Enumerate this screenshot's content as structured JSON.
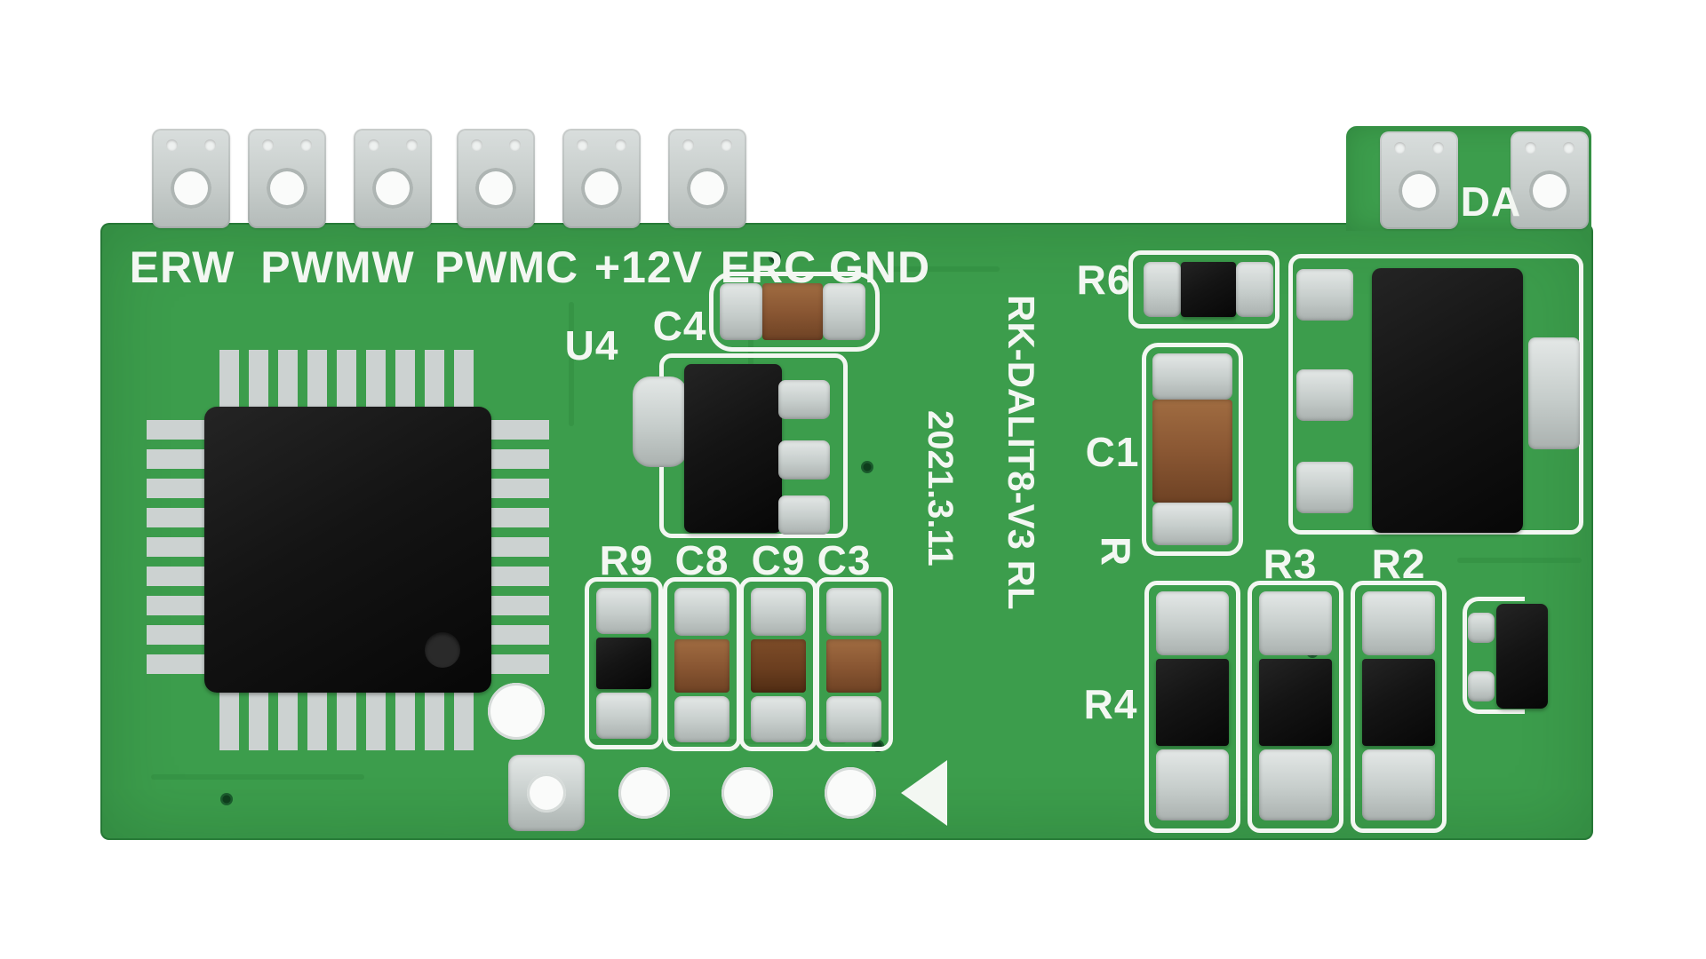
{
  "terminals": {
    "labels": [
      "ERW",
      "PWMW",
      "PWMC",
      "+12V",
      "ERC",
      "GND"
    ],
    "da": "DA"
  },
  "silkscreen": {
    "model": "RK-DALIT8-V3 RL",
    "date": "2021.3.11",
    "refs": {
      "u4": "U4",
      "c4": "C4",
      "r9": "R9",
      "c8": "C8",
      "c9": "C9",
      "c3": "C3",
      "r6": "R6",
      "c1": "C1",
      "r": "R",
      "r4": "R4",
      "r3": "R3",
      "r2": "R2"
    }
  },
  "colors": {
    "pcb": "#3C9D4C",
    "trace": "#2E8A3D",
    "via": "#1A5A2C",
    "silk": "#F3F7F2",
    "pad": "#C7CDCB",
    "pin": "#CCD2D1",
    "chip": "#141414",
    "cap": "#8A5733",
    "cap-dark": "#6B3E1F",
    "hole": "#FAFBFA"
  }
}
